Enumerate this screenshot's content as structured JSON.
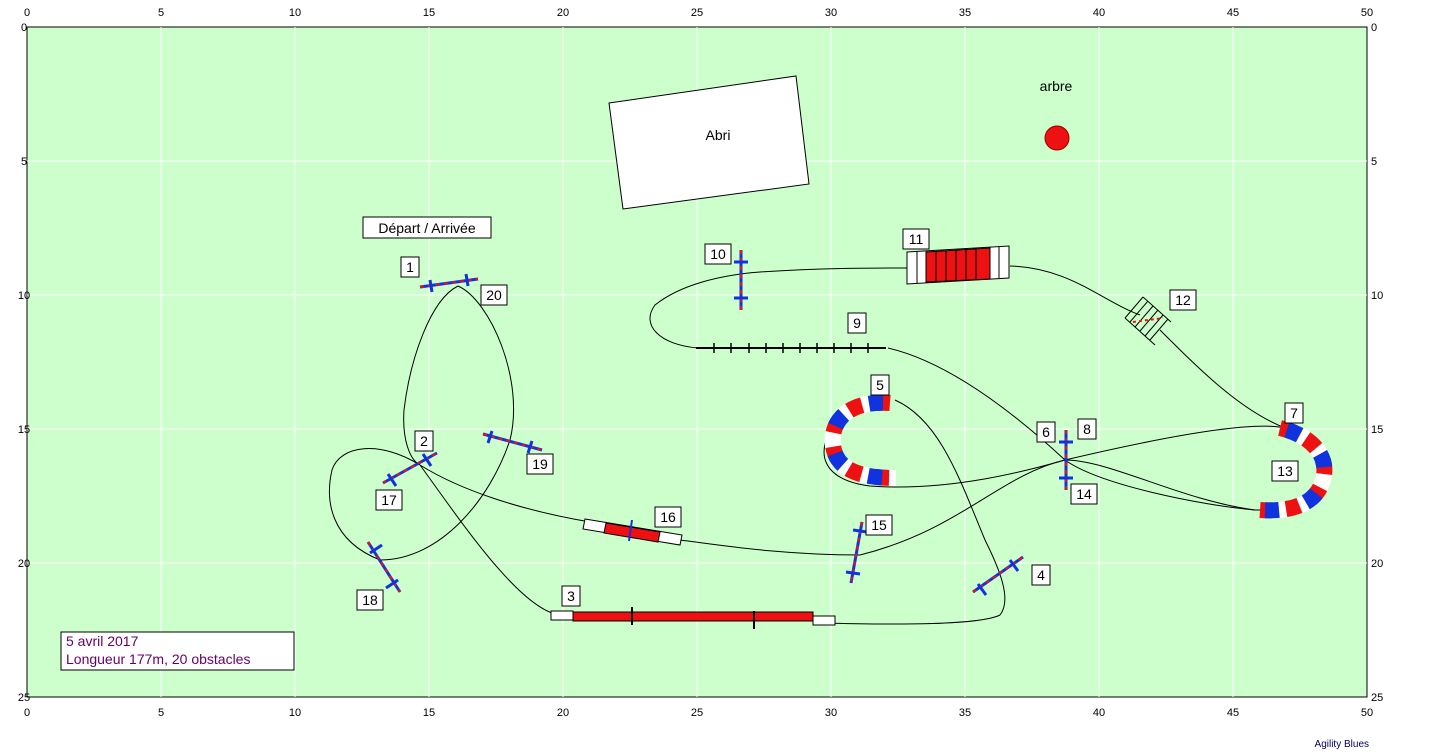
{
  "field": {
    "width_m": 50,
    "height_m": 25,
    "x_ticks": [
      "0",
      "5",
      "10",
      "15",
      "20",
      "25",
      "30",
      "35",
      "40",
      "45",
      "50"
    ],
    "y_ticks": [
      "0",
      "5",
      "10",
      "15",
      "20",
      "25"
    ],
    "background": "#ccffcc",
    "grid_color": "#ffffff"
  },
  "shelter": {
    "label": "Abri"
  },
  "tree": {
    "label": "arbre",
    "color": "#ee1111"
  },
  "start_label": "Départ / Arrivée",
  "info": {
    "line1": "5 avril 2017",
    "line2": "Longueur 177m, 20 obstacles"
  },
  "credit": "Agility Blues",
  "obstacle_numbers": [
    "1",
    "2",
    "3",
    "4",
    "5",
    "6",
    "7",
    "8",
    "9",
    "10",
    "11",
    "12",
    "13",
    "14",
    "15",
    "16",
    "17",
    "18",
    "19",
    "20"
  ],
  "colors": {
    "red": "#ee1111",
    "blue": "#1133dd",
    "path": "#000000"
  }
}
